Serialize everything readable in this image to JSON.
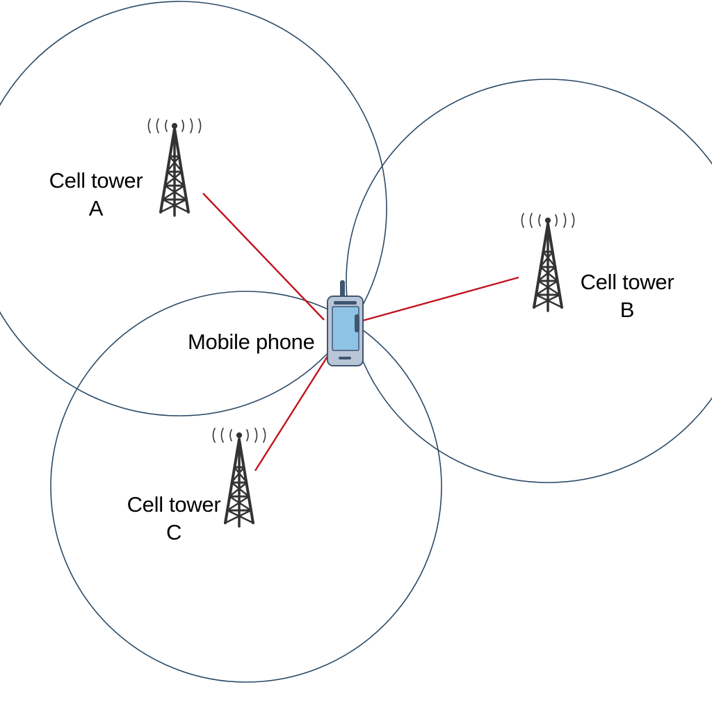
{
  "colors": {
    "coverage_circle": "#2b4a66",
    "signal_line": "#c0141e",
    "tower": "#333333",
    "phone_body": "#b9c6d8",
    "phone_screen": "#8fc3e6"
  },
  "towers": {
    "a": {
      "label_line1": "Cell tower",
      "label_line2": "A"
    },
    "b": {
      "label_line1": "Cell tower",
      "label_line2": "B"
    },
    "c": {
      "label_line1": "Cell tower",
      "label_line2": "C"
    }
  },
  "phone": {
    "label": "Mobile phone"
  },
  "icons": {
    "tower": "cell-tower-icon",
    "signal": "signal-waves-icon",
    "phone": "mobile-phone-icon"
  }
}
